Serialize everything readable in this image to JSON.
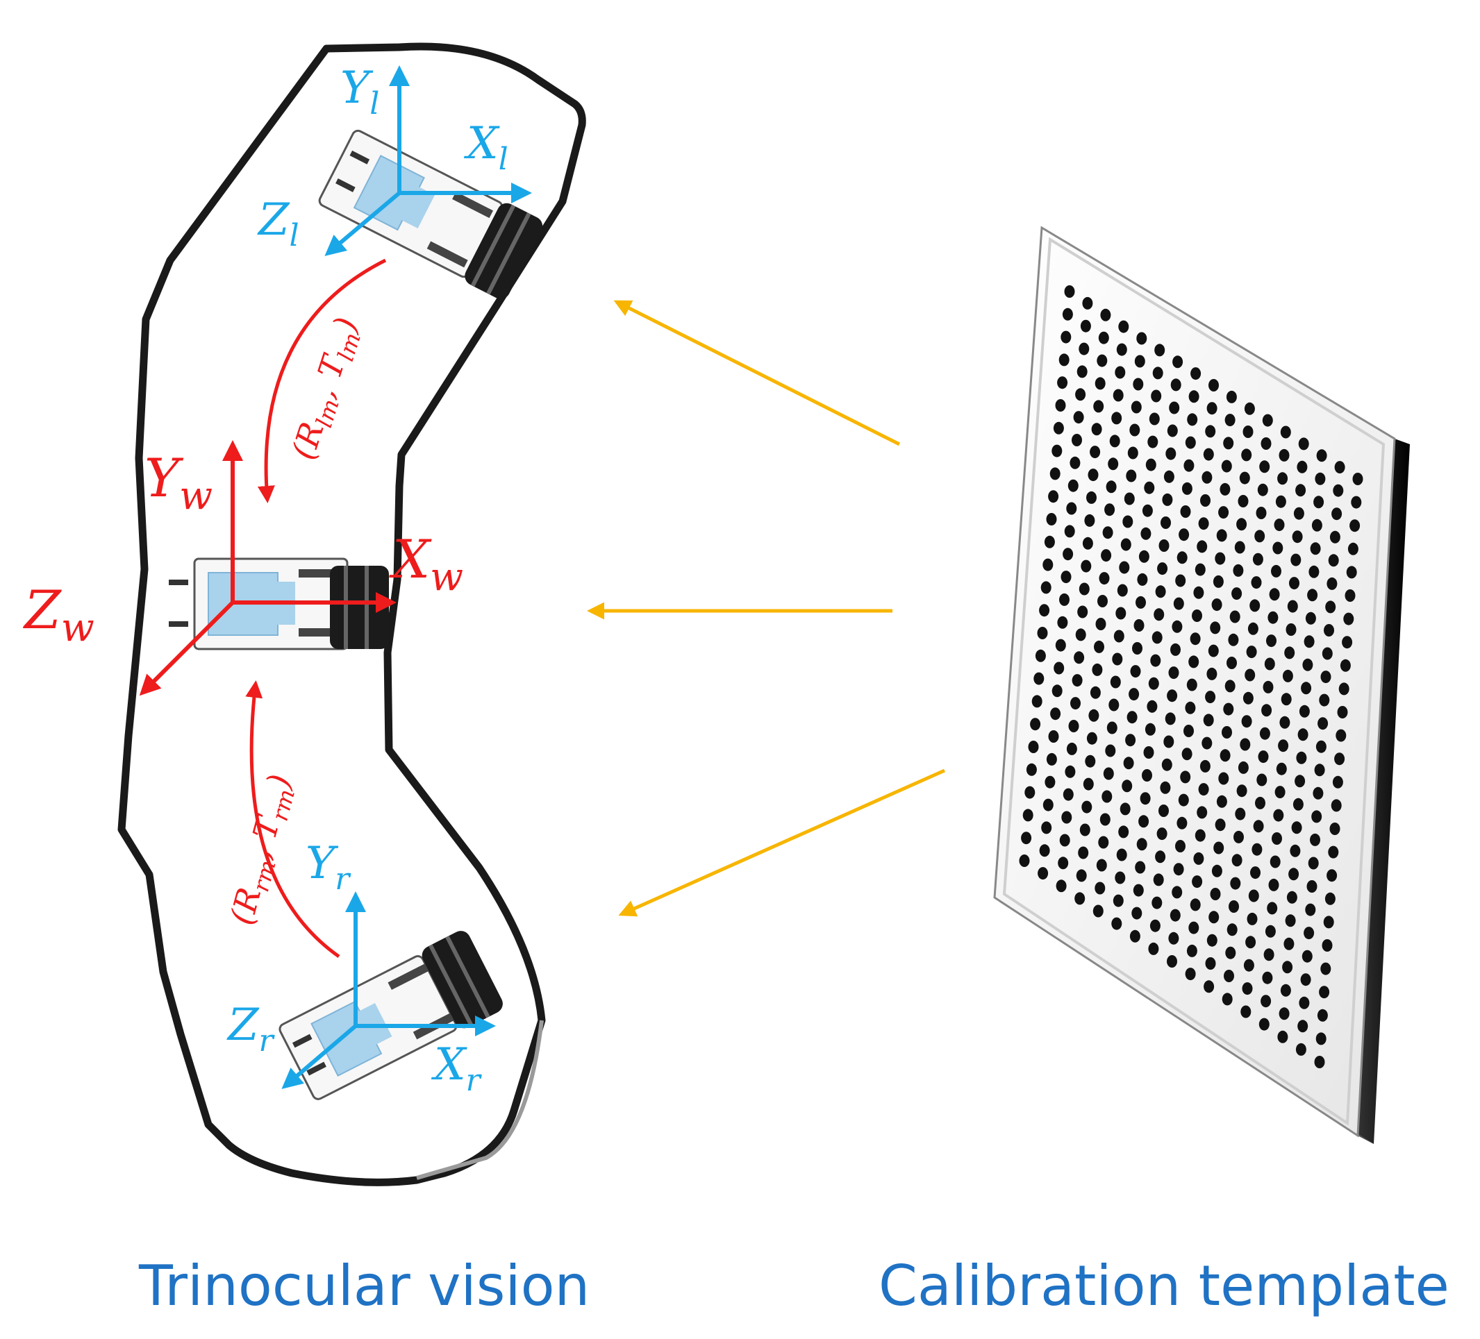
{
  "colors": {
    "axis_blue": "#1aa7e8",
    "axis_red": "#ee1c1c",
    "ray_orange": "#f7b500",
    "caption_blue": "#1f72c4",
    "outline": "#1a1a1a"
  },
  "left_camera": {
    "y_axis": "Y",
    "y_sub": "l",
    "x_axis": "X",
    "x_sub": "l",
    "z_axis": "Z",
    "z_sub": "l"
  },
  "middle_camera": {
    "y_axis": "Y",
    "y_sub": "w",
    "x_axis": "X",
    "x_sub": "w",
    "z_axis": "Z",
    "z_sub": "w"
  },
  "right_camera": {
    "y_axis": "Y",
    "y_sub": "r",
    "x_axis": "X",
    "x_sub": "r",
    "z_axis": "Z",
    "z_sub": "r"
  },
  "transforms": {
    "left_to_middle": {
      "open": "(",
      "r": "R",
      "r_sub": "lm",
      "sep": ",",
      "t": "T",
      "t_sub": "lm",
      "close": ")"
    },
    "right_to_middle": {
      "open": "(",
      "r": "R",
      "r_sub": "rm",
      "sep": ",",
      "t": "T",
      "t_sub": "rm",
      "close": ")"
    }
  },
  "template": {
    "dot_rows": 26,
    "dot_cols": 17
  },
  "captions": {
    "left": "Trinocular vision",
    "right": "Calibration template"
  }
}
